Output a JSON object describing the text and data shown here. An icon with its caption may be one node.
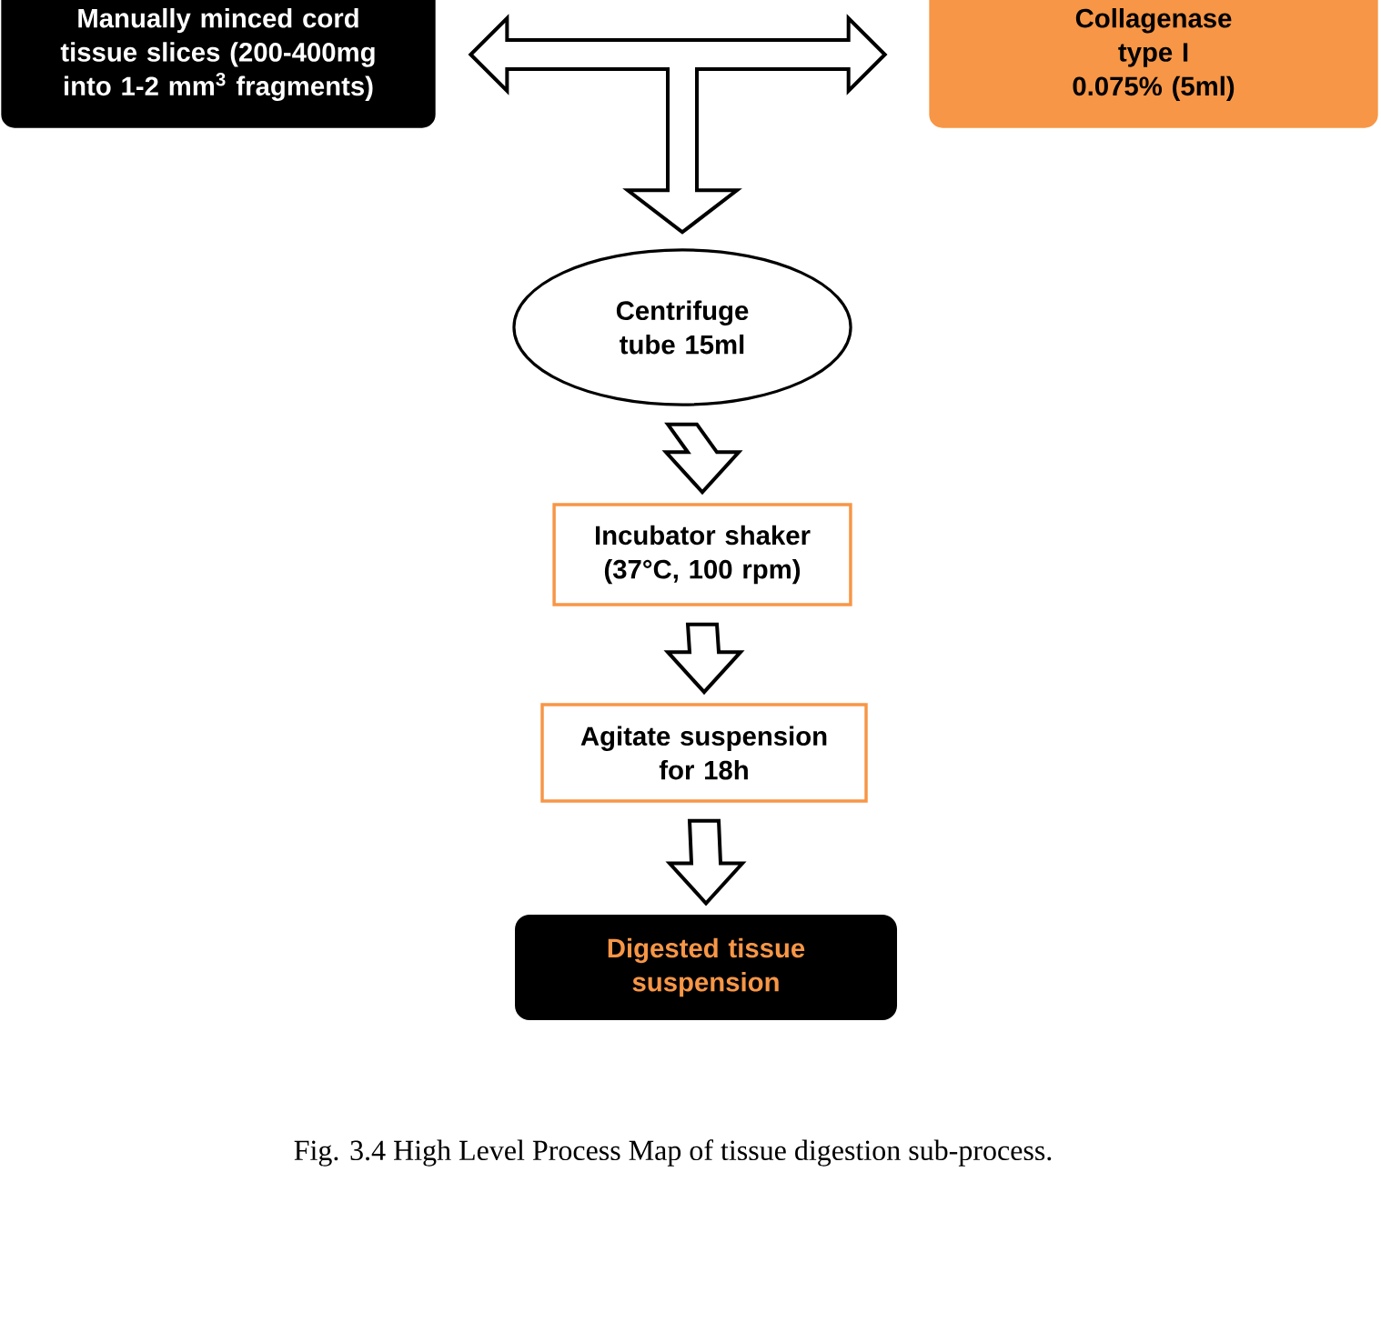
{
  "diagram": {
    "caption": "Fig. 3.4 High Level Process Map of tissue digestion sub-process.",
    "nodes": [
      {
        "text": [
          "Manually minced cord tissue slices (200-400mg into 1-2 mm$^{3}$ fragments)"
        ]
      },
      {
        "text": [
          "Collagenase type I 0.075% (5ml)"
        ]
      },
      {
        "text": [
          "Centrifuge tube 15ml"
        ]
      },
      {
        "text": [
          "Incubator shaker (37°C, 100 rpm)"
        ]
      },
      {
        "text": [
          "Agitate suspension for 18h"
        ]
      },
      {
        "text": [
          "Digested tissue suspension"
        ]
      }
    ],
    "edges": [
      {
        "from": 0,
        "to": 2,
        "arrow": "both"
      },
      {
        "from": 1,
        "to": 2,
        "arrow": "both"
      },
      {
        "from": 2,
        "to": 3,
        "arrow": "to"
      },
      {
        "from": 3,
        "to": 4,
        "arrow": "to"
      },
      {
        "from": 4,
        "to": 5,
        "arrow": "to"
      }
    ]
  }
}
